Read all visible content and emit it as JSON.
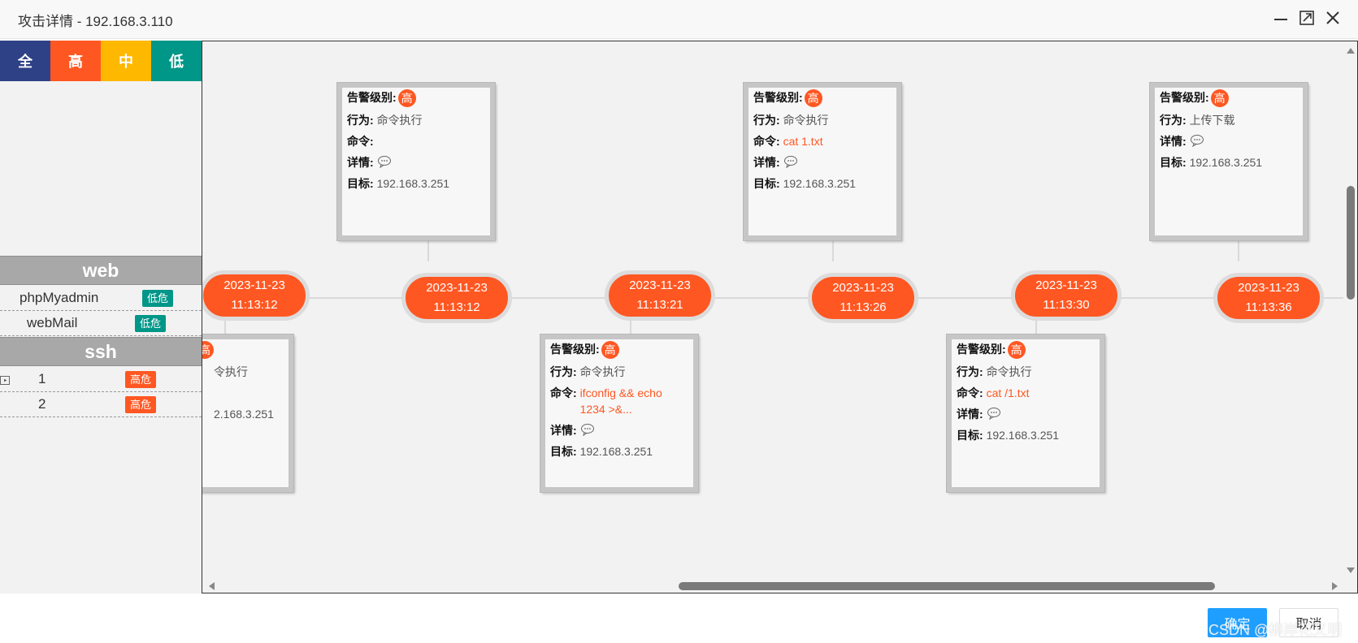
{
  "window": {
    "title": "攻击详情 - 192.168.3.110"
  },
  "levels": [
    {
      "label": "全",
      "color": "#2f4186"
    },
    {
      "label": "高",
      "color": "#ff5722"
    },
    {
      "label": "中",
      "color": "#ffb800"
    },
    {
      "label": "低",
      "color": "#009688"
    }
  ],
  "groups": {
    "web": {
      "title": "web",
      "items": [
        {
          "label": "phpMyadmin",
          "badge": "低危"
        },
        {
          "label": "webMail",
          "badge": "低危"
        }
      ]
    },
    "ssh": {
      "title": "ssh",
      "items": [
        {
          "label": "1",
          "badge": "高危"
        },
        {
          "label": "2",
          "badge": "高危"
        }
      ]
    }
  },
  "labels": {
    "alert_level": "告警级别:",
    "behavior": "行为:",
    "command": "命令:",
    "details": "详情:",
    "target": "目标:",
    "level_high": "高"
  },
  "nodes": [
    {
      "date": "2023-11-23",
      "time": "11:13:12"
    },
    {
      "date": "2023-11-23",
      "time": "11:13:12"
    },
    {
      "date": "2023-11-23",
      "time": "11:13:21"
    },
    {
      "date": "2023-11-23",
      "time": "11:13:26"
    },
    {
      "date": "2023-11-23",
      "time": "11:13:30"
    },
    {
      "date": "2023-11-23",
      "time": "11:13:36"
    }
  ],
  "cards": {
    "c0": {
      "behavior_partial": "令执行",
      "target_partial": "2.168.3.251"
    },
    "c1": {
      "behavior": "命令执行",
      "command": "",
      "target": "192.168.3.251"
    },
    "c2": {
      "behavior": "命令执行",
      "command": "ifconfig && echo 1234 >&...",
      "target": "192.168.3.251"
    },
    "c3": {
      "behavior": "命令执行",
      "command": "cat 1.txt",
      "target": "192.168.3.251"
    },
    "c4": {
      "behavior": "命令执行",
      "command": "cat /1.txt",
      "target": "192.168.3.251"
    },
    "c5": {
      "behavior": "上传下载",
      "target": "192.168.3.251"
    }
  },
  "buttons": {
    "ok": "确定",
    "cancel": "取消"
  },
  "watermark": "CSDN @柳岸花又明",
  "colors": {
    "high": "#ff5722",
    "low": "#009688",
    "confirm": "#1e9fff"
  }
}
